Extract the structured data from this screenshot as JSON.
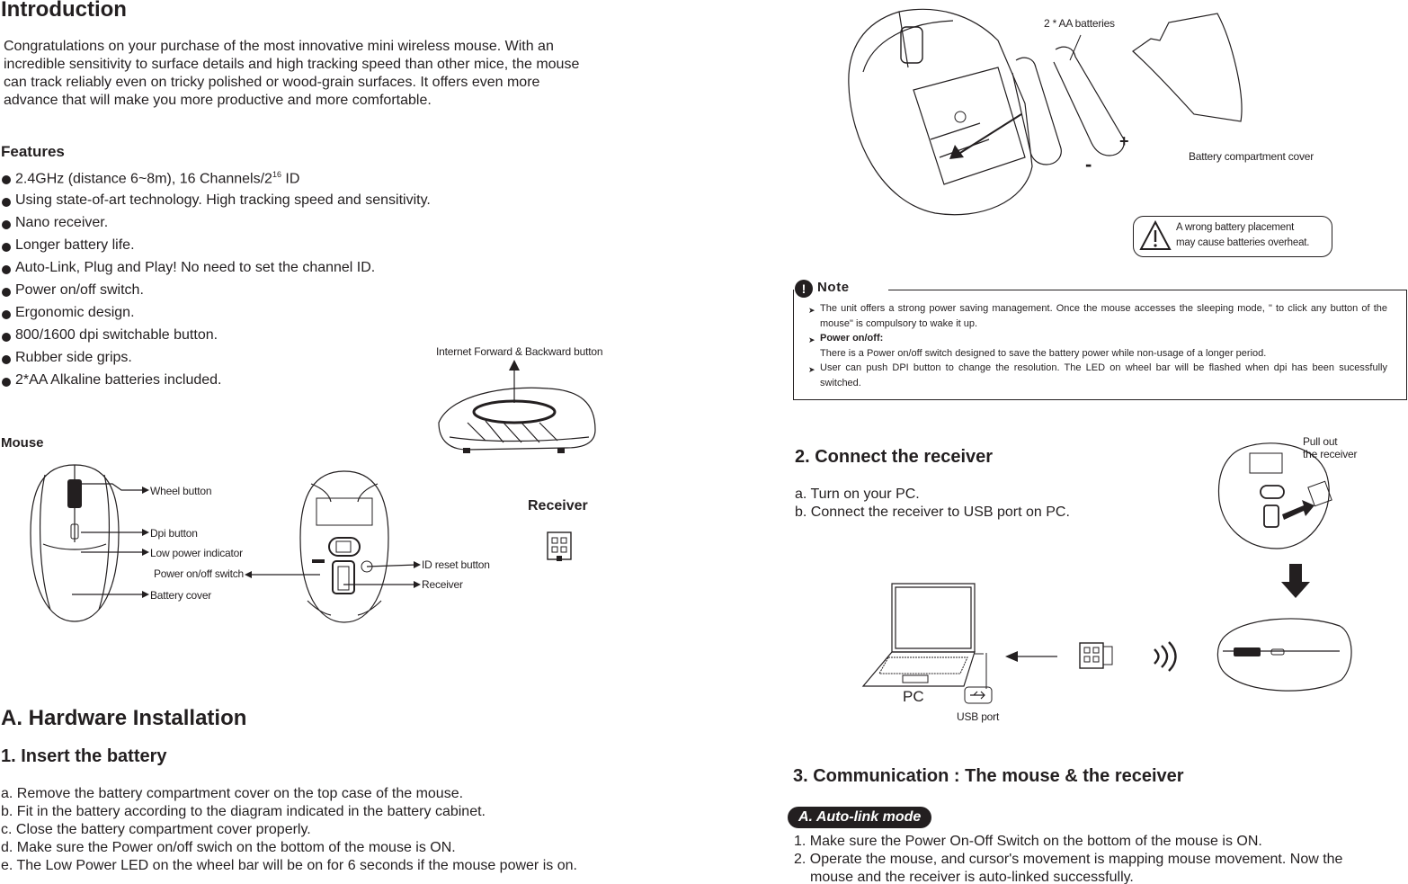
{
  "intro": {
    "title": "Introduction",
    "lines": [
      "Congratulations on your purchase of the most innovative mini wireless mouse. With an",
      "incredible sensitivity to surface details and high tracking speed than other mice, the mouse",
      "can track reliably even on tricky polished or wood-grain surfaces. It offers even more",
      "advance that will make you more productive and more comfortable."
    ]
  },
  "features": {
    "title": "Features",
    "first_item_a": "2.4GHz (distance 6~8m), 16 Channels/2",
    "first_item_sup": "16",
    "first_item_b": " ID",
    "items": [
      "Using state-of-art technology. High tracking speed and sensitivity.",
      "Nano receiver.",
      "Longer battery life.",
      "Auto-Link, Plug and Play! No need to set the channel ID.",
      "Power on/off switch.",
      "Ergonomic design.",
      "800/1600 dpi switchable button.",
      "Rubber side grips.",
      "2*AA Alkaline batteries included."
    ]
  },
  "mouse_section": {
    "title": "Mouse",
    "side_label": "Internet Forward & Backward button",
    "top_labels": [
      "Wheel button",
      "Dpi button",
      "Low power indicator",
      "Power on/off switch",
      "Battery cover"
    ],
    "bottom_labels": [
      "ID reset button",
      "Receiver"
    ],
    "receiver_title": "Receiver"
  },
  "hardware": {
    "title": "A. Hardware Installation",
    "step1_title": "1. Insert the battery",
    "step1_lines": [
      "a. Remove the battery compartment cover on the top case of the mouse.",
      "b. Fit in the battery according to the diagram indicated in the battery cabinet.",
      "c. Close the battery compartment cover properly.",
      "d. Make sure the Power on/off swich on the bottom of the mouse is ON.",
      "e. The Low Power LED on the wheel bar will be on for 6 seconds if the mouse power is on."
    ]
  },
  "battery_figure": {
    "batteries_label": "2 * AA batteries",
    "cover_label": "Battery compartment cover",
    "plus": "+",
    "minus": "-",
    "warning_line1": "A wrong battery placement",
    "warning_line2": "may cause batteries overheat."
  },
  "note": {
    "title": "Note",
    "item1": "The unit offers a strong power saving management. Once the mouse accesses the sleeping mode, \" to click any button of the mouse\" is compulsory to wake it up.",
    "item2_bold": "Power on/off:",
    "item2_text": "There is a Power on/off switch designed to save the battery power while non-usage of a longer period.",
    "item3": "User can push DPI button to change the resolution. The LED on wheel bar will be flashed when dpi has been sucessfully switched."
  },
  "connect": {
    "title": "2. Connect the receiver",
    "lines": [
      "a. Turn on your PC.",
      "b. Connect the receiver to USB port on PC."
    ],
    "pull_out_line1": "Pull out",
    "pull_out_line2": "the receiver",
    "pc_label": "PC",
    "usb_label": "USB port"
  },
  "communication": {
    "title": "3. Communication : The mouse & the receiver",
    "mode_pill": "A. Auto-link mode",
    "items": [
      "1. Make sure the Power On-Off Switch on the bottom of the mouse is ON.",
      "2. Operate the mouse, and cursor's movement is mapping mouse movement. Now the",
      "mouse and the receiver is auto-linked successfully."
    ]
  },
  "icons": [
    "exclamation-icon",
    "warning-triangle-icon",
    "arrow-right-icon",
    "wifi-signal-icon",
    "usb-icon"
  ]
}
